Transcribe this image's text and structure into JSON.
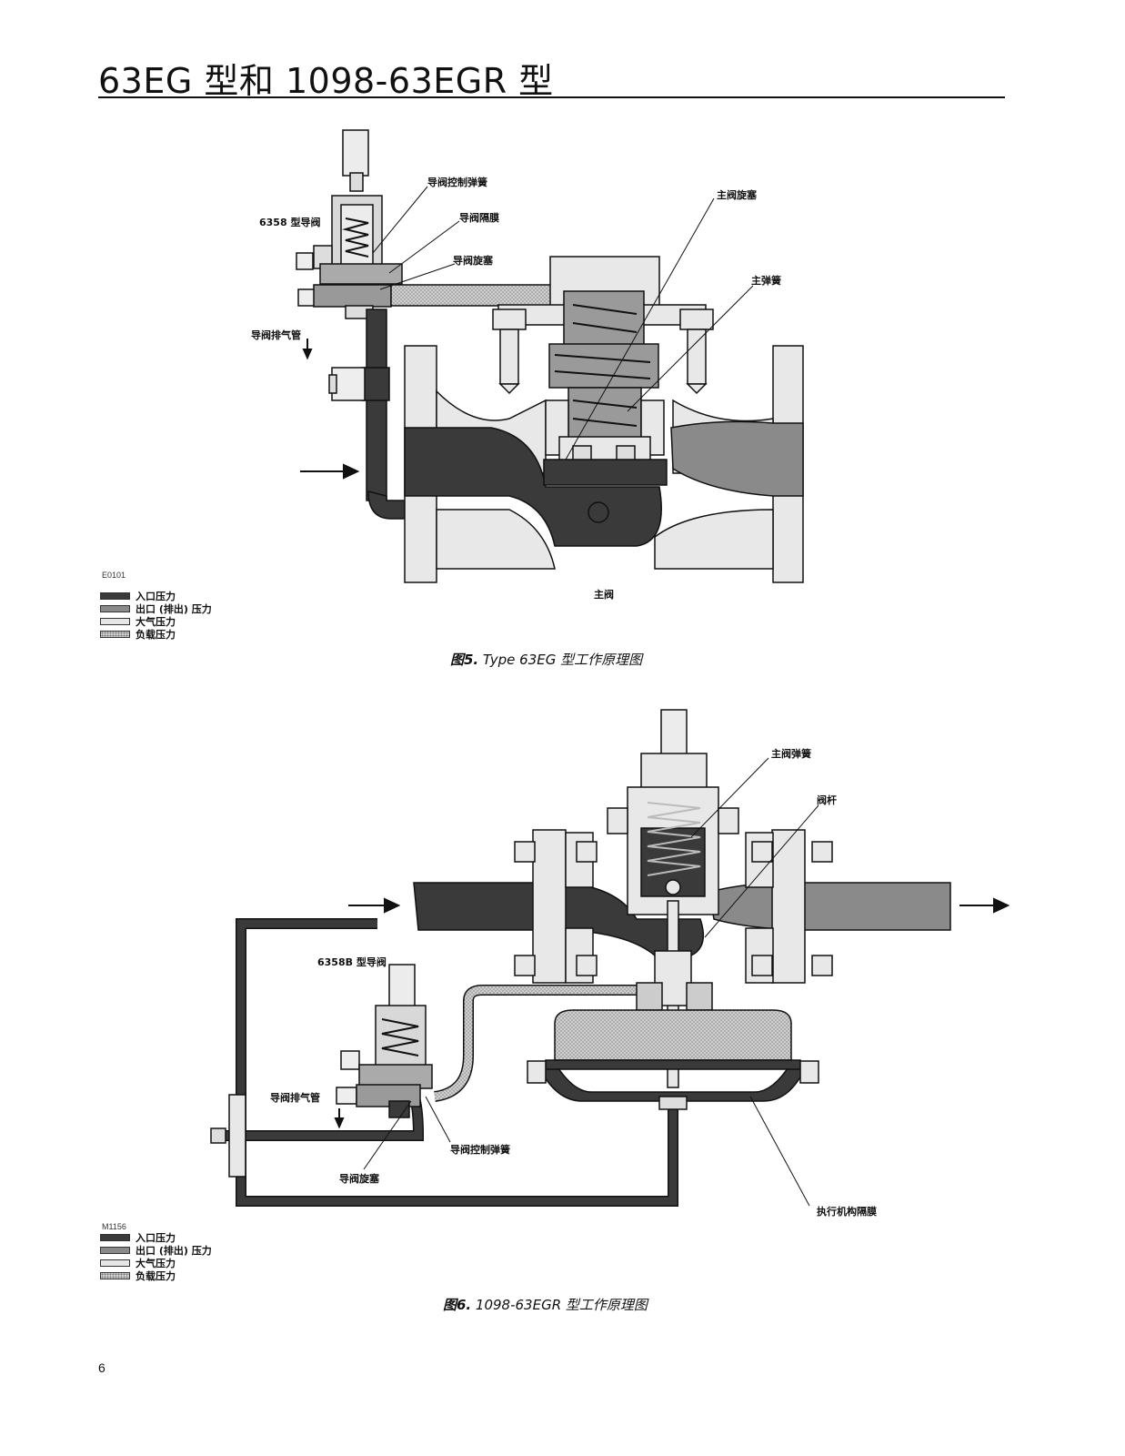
{
  "page_title": "63EG 型和 1098-63EGR 型",
  "page_number": "6",
  "legend_items": [
    "入口压力",
    "出口 (排出) 压力",
    "大气压力",
    "负载压力"
  ],
  "colors": {
    "inlet": "#3a3a3a",
    "outlet": "#8a8a8a",
    "atmosphere": "#e6e6e6",
    "loading": "#cfcfcf"
  },
  "figure5": {
    "code": "E0101",
    "caption_prefix": "图5.",
    "caption_text": "Type 63EG 型工作原理图",
    "labels": {
      "pilot_control_spring": "导阀控制弹簧",
      "pilot_6358": "6358 型导阀",
      "pilot_diaphragm": "导阀隔膜",
      "pilot_plug": "导阀旋塞",
      "main_valve_plug": "主阀旋塞",
      "main_spring": "主弹簧",
      "pilot_exhaust": "导阀排气管",
      "main_valve": "主阀"
    }
  },
  "figure6": {
    "code": "M1156",
    "caption_prefix": "图6.",
    "caption_text": "1098-63EGR 型工作原理图",
    "labels": {
      "main_valve_spring": "主阀弹簧",
      "valve_stem": "阀杆",
      "pilot_6358b": "6358B 型导阀",
      "pilot_exhaust": "导阀排气管",
      "pilot_control_spring": "导阀控制弹簧",
      "pilot_plug": "导阀旋塞",
      "actuator_diaphragm": "执行机构隔膜"
    }
  }
}
